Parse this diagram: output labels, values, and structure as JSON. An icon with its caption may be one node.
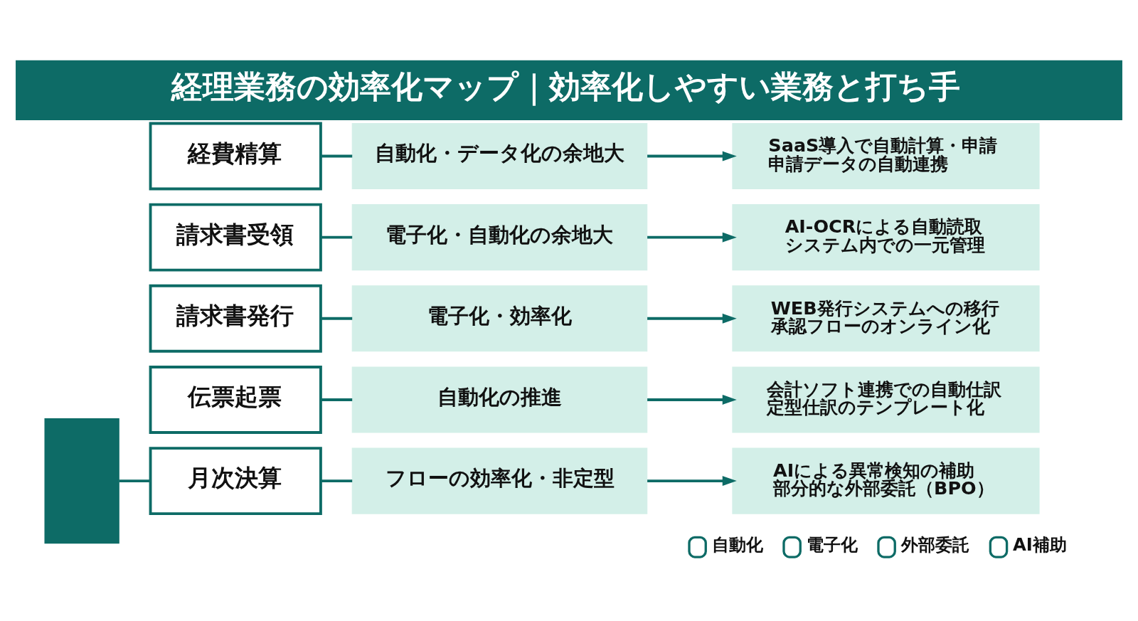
{
  "diagram": {
    "title": "経理業務の効率化マップ｜効率化しやすい業務と打ち手",
    "nodes": [
      {
        "text": [],
        "shape": "box"
      },
      {
        "text": [
          "経費精算"
        ]
      },
      {
        "text": [
          "自動化・データ化の余地大"
        ]
      },
      {
        "text": [
          "SaaS導入で自動計算・申請",
          "申請データの自動連携"
        ]
      },
      {
        "text": [
          "請求書受領"
        ]
      },
      {
        "text": [
          "電子化・自動化の余地大"
        ]
      },
      {
        "text": [
          "AI-OCRによる自動読取",
          "システム内での一元管理"
        ]
      },
      {
        "text": [
          "請求書発行"
        ]
      },
      {
        "text": [
          "電子化・効率化"
        ]
      },
      {
        "text": [
          "WEB発行システムへの移行",
          "承認フローのオンライン化"
        ]
      },
      {
        "text": [
          "伝票起票"
        ]
      },
      {
        "text": [
          "自動化の推進"
        ]
      },
      {
        "text": [
          "会計ソフト連携での自動仕訳",
          "定型仕訳のテンプレート化"
        ]
      },
      {
        "text": [
          "月次決算"
        ]
      },
      {
        "text": [
          "フローの効率化・非定型"
        ]
      },
      {
        "text": [
          "AIによる異常検知の補助",
          "部分的な外部委託（BPO）"
        ]
      }
    ],
    "edges": [
      {
        "from": 1,
        "to": 2,
        "arrow": "none"
      },
      {
        "from": 2,
        "to": 3,
        "arrow": "to"
      },
      {
        "from": 4,
        "to": 5,
        "arrow": "none"
      },
      {
        "from": 5,
        "to": 6,
        "arrow": "to"
      },
      {
        "from": 7,
        "to": 8,
        "arrow": "none"
      },
      {
        "from": 8,
        "to": 9,
        "arrow": "to"
      },
      {
        "from": 10,
        "to": 11,
        "arrow": "none"
      },
      {
        "from": 11,
        "to": 12,
        "arrow": "to"
      },
      {
        "from": 13,
        "to": 14,
        "arrow": "none"
      },
      {
        "from": 14,
        "to": 15,
        "arrow": "to"
      },
      {
        "from": 0,
        "to": 13,
        "arrow": "none"
      }
    ],
    "legend": [
      {
        "text": "自動化"
      },
      {
        "text": "電子化"
      },
      {
        "text": "外部委託"
      },
      {
        "text": "AI補助"
      }
    ]
  }
}
